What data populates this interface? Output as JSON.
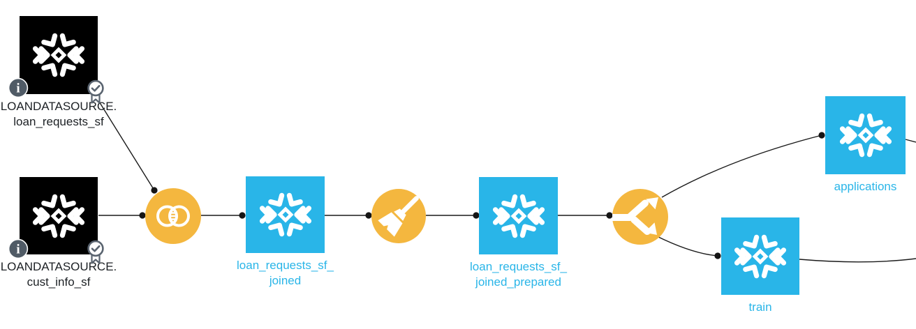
{
  "app": {
    "view": "flow-canvas"
  },
  "colors": {
    "snowflake_blue": "#29B5E8",
    "dataset_black": "#000000",
    "recipe_orange": "#F4B73F",
    "edge": "#1A1A1A",
    "badge_gray": "#5A6470",
    "info_gray": "#505B66",
    "label_dark": "#1C2024"
  },
  "nodes": {
    "loan_requests_source": {
      "type": "dataset",
      "line1": "LOANDATASOURCE.",
      "line2": "loan_requests_sf",
      "icons": [
        "info-icon",
        "certified-badge-icon",
        "snowflake-icon"
      ]
    },
    "cust_info_source": {
      "type": "dataset",
      "line1": "LOANDATASOURCE.",
      "line2": "cust_info_sf",
      "icons": [
        "info-icon",
        "certified-badge-icon",
        "snowflake-icon"
      ]
    },
    "joined": {
      "type": "dataset",
      "line1": "loan_requests_sf_",
      "line2": "joined",
      "icons": [
        "snowflake-icon"
      ]
    },
    "joined_prepared": {
      "type": "dataset",
      "line1": "loan_requests_sf_",
      "line2": "joined_prepared",
      "icons": [
        "snowflake-icon"
      ]
    },
    "applications": {
      "type": "dataset",
      "line1": "applications",
      "icons": [
        "snowflake-icon"
      ]
    },
    "train": {
      "type": "dataset",
      "line1": "train",
      "icons": [
        "snowflake-icon"
      ]
    },
    "join_recipe": {
      "type": "recipe",
      "icon": "join-icon"
    },
    "prepare_recipe": {
      "type": "recipe",
      "icon": "broom-icon"
    },
    "split_recipe": {
      "type": "recipe",
      "icon": "split-icon"
    }
  },
  "edges": [
    {
      "from": "loan_requests_source",
      "to": "join_recipe"
    },
    {
      "from": "cust_info_source",
      "to": "join_recipe"
    },
    {
      "from": "join_recipe",
      "to": "joined"
    },
    {
      "from": "joined",
      "to": "prepare_recipe"
    },
    {
      "from": "prepare_recipe",
      "to": "joined_prepared"
    },
    {
      "from": "joined_prepared",
      "to": "split_recipe"
    },
    {
      "from": "split_recipe",
      "to": "applications"
    },
    {
      "from": "split_recipe",
      "to": "train"
    },
    {
      "from": "applications",
      "to": "offscreen-right"
    },
    {
      "from": "train",
      "to": "offscreen-right"
    }
  ]
}
